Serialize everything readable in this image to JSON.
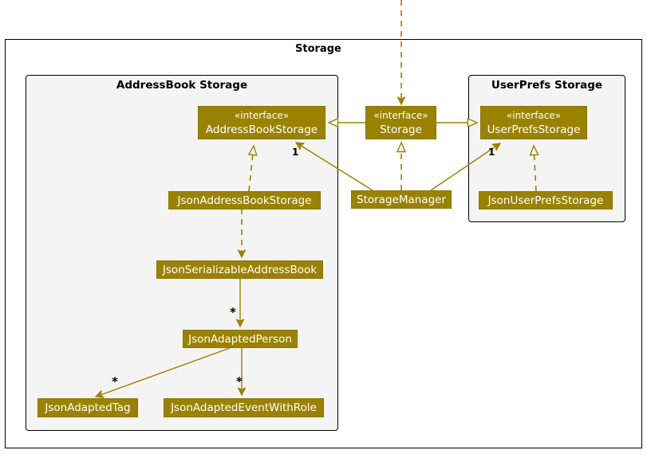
{
  "diagram": {
    "type": "uml-class-diagram",
    "title": "Storage",
    "accent_color": "#9A8200",
    "edge_color": "#9A8200",
    "panel_fill": "#f4f4f4",
    "frame_stroke": "#000000"
  },
  "frames": {
    "storage": {
      "label": "Storage"
    },
    "addressbook_storage": {
      "label": "AddressBook Storage"
    },
    "userprefs_storage": {
      "label": "UserPrefs Storage"
    }
  },
  "nodes": {
    "address_book_storage": {
      "stereotype": "«interface»",
      "name": "AddressBookStorage"
    },
    "storage": {
      "stereotype": "«interface»",
      "name": "Storage"
    },
    "user_prefs_storage": {
      "stereotype": "«interface»",
      "name": "UserPrefsStorage"
    },
    "json_address_book_storage": {
      "name": "JsonAddressBookStorage"
    },
    "storage_manager": {
      "name": "StorageManager"
    },
    "json_user_prefs_storage": {
      "name": "JsonUserPrefsStorage"
    },
    "json_serializable_address_book": {
      "name": "JsonSerializableAddressBook"
    },
    "json_adapted_person": {
      "name": "JsonAdaptedPerson"
    },
    "json_adapted_tag": {
      "name": "JsonAdaptedTag"
    },
    "json_adapted_event_with_role": {
      "name": "JsonAdaptedEventWithRole"
    }
  },
  "multiplicities": {
    "storage_manager_to_abs": "1",
    "storage_manager_to_ups": "1",
    "sab_to_person": "*",
    "person_to_tag": "*",
    "person_to_event": "*"
  }
}
